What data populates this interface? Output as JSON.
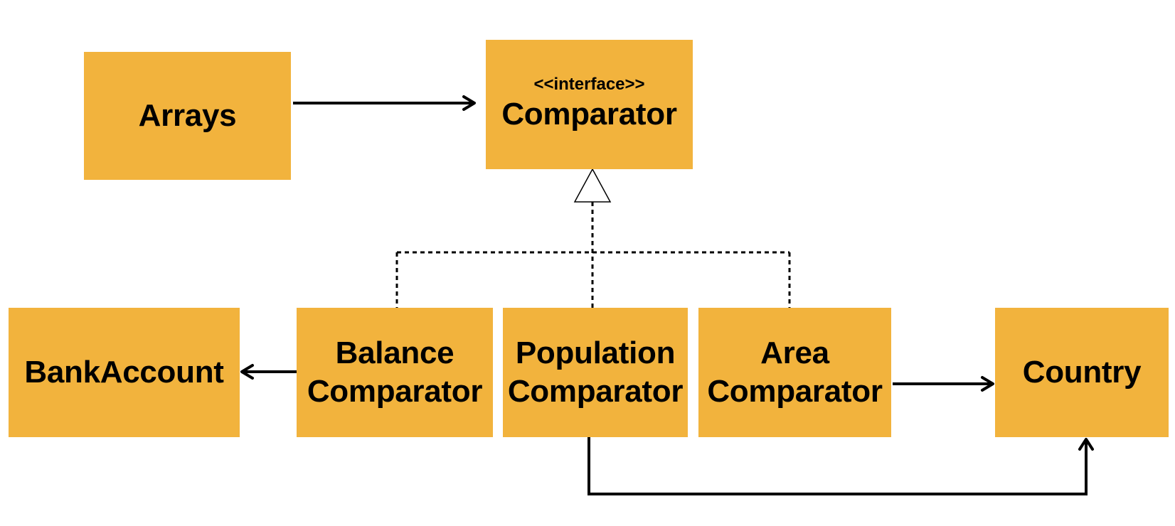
{
  "diagram": {
    "nodes": {
      "arrays": {
        "name": "Arrays"
      },
      "comparator": {
        "stereotype": "<<interface>>",
        "name": "Comparator"
      },
      "bankaccount": {
        "name": "BankAccount"
      },
      "balance": {
        "line1": "Balance",
        "line2": "Comparator"
      },
      "population": {
        "line1": "Population",
        "line2": "Comparator"
      },
      "area": {
        "line1": "Area",
        "line2": "Comparator"
      },
      "country": {
        "name": "Country"
      }
    },
    "relations": [
      {
        "from": "Arrays",
        "to": "Comparator",
        "kind": "association"
      },
      {
        "from": "Balance Comparator",
        "to": "Comparator",
        "kind": "realization"
      },
      {
        "from": "Population Comparator",
        "to": "Comparator",
        "kind": "realization"
      },
      {
        "from": "Area Comparator",
        "to": "Comparator",
        "kind": "realization"
      },
      {
        "from": "Balance Comparator",
        "to": "BankAccount",
        "kind": "association"
      },
      {
        "from": "Area Comparator",
        "to": "Country",
        "kind": "association"
      },
      {
        "from": "Population Comparator",
        "to": "Country",
        "kind": "association"
      }
    ],
    "colors": {
      "box_fill": "#f2b33d",
      "text": "#000000",
      "line": "#000000"
    }
  }
}
